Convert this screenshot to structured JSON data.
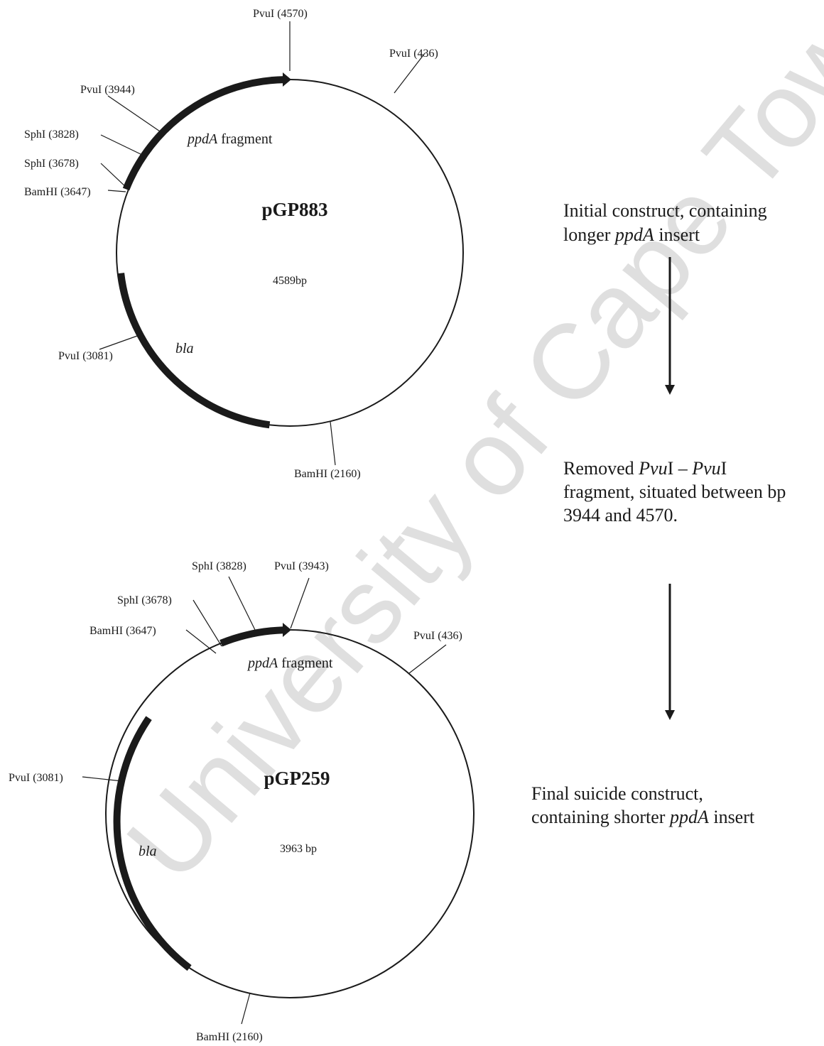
{
  "watermark": "University of Cape Town",
  "plasmid1": {
    "name": "pGP883",
    "size": "4589bp",
    "features": [
      {
        "italic": "ppdA",
        "rest": " fragment"
      },
      {
        "italic": "bla",
        "rest": ""
      }
    ],
    "sites": [
      "PvuI (4570)",
      "PvuI (436)",
      "PvuI (3944)",
      "SphI (3828)",
      "SphI (3678)",
      "BamHI (3647)",
      "PvuI (3081)",
      "BamHI (2160)"
    ]
  },
  "plasmid2": {
    "name": "pGP259",
    "size": "3963 bp",
    "features": [
      {
        "italic": "ppdA",
        "rest": " fragment"
      },
      {
        "italic": "bla",
        "rest": ""
      }
    ],
    "sites": [
      "SphI (3828)",
      "PvuI (3943)",
      "SphI (3678)",
      "BamHI (3647)",
      "PvuI (436)",
      "PvuI (3081)",
      "BamHI (2160)"
    ]
  },
  "annotations": {
    "step1": {
      "line1": "Initial construct, containing",
      "line2_pre": "longer ",
      "line2_it": "ppdA",
      "line2_post": " insert"
    },
    "step2": {
      "line1_pre": "Removed ",
      "line1_it1": "Pvu",
      "line1_mid": "I – ",
      "line1_it2": "Pvu",
      "line1_post": "I",
      "line2": "fragment, situated between bp",
      "line3": "3944 and 4570."
    },
    "step3": {
      "line1": "Final suicide construct,",
      "line2_pre": "containing shorter ",
      "line2_it": "ppdA",
      "line2_post": " insert"
    }
  }
}
